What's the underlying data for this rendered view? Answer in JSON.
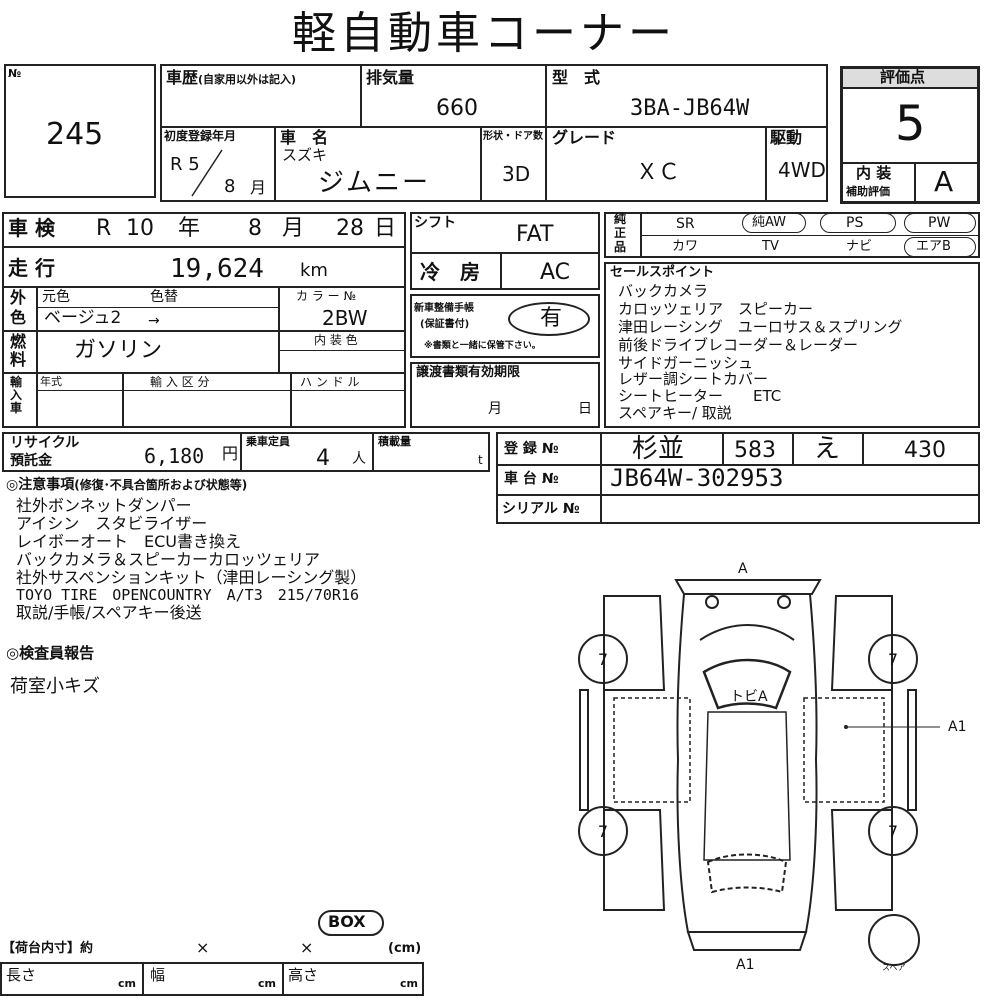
{
  "header": {
    "title": "軽自動車コーナー"
  },
  "lot": {
    "label": "№",
    "number": "245"
  },
  "history": {
    "label": "車歴",
    "note": "(自家用以外は記入)",
    "value": ""
  },
  "displacement": {
    "label": "排気量",
    "value": "660"
  },
  "model": {
    "label": "型　式",
    "value": "3BA-JB64W"
  },
  "score": {
    "label": "評価点",
    "value": "5",
    "interior_label": "内 装",
    "interior_sub": "補助評価",
    "interior_value": "A"
  },
  "first_reg": {
    "label": "初度登録年月",
    "era_year": "R 5",
    "month": "8",
    "month_unit": "月"
  },
  "car_name": {
    "label": "車　名",
    "maker": "スズキ",
    "name": "ジムニー"
  },
  "doors": {
    "label": "形状・ドア数",
    "value": "3D"
  },
  "grade": {
    "label": "グレード",
    "value": "ＸＣ"
  },
  "drive": {
    "label": "駆動",
    "value": "4WD"
  },
  "inspection": {
    "label": "車 検",
    "era": "R",
    "year": "10",
    "year_unit": "年",
    "month": "8",
    "month_unit": "月",
    "day": "28",
    "day_unit": "日"
  },
  "shift": {
    "label": "シフト",
    "value": "FAT"
  },
  "equipment": {
    "label_1": "純",
    "label_2": "正",
    "label_3": "品",
    "items": [
      "SR",
      "純AW",
      "PS",
      "PW",
      "カワ",
      "TV",
      "ナビ",
      "エアB"
    ]
  },
  "mileage": {
    "label": "走 行",
    "value": "19,624",
    "unit": "km"
  },
  "aircon": {
    "label": "冷　房",
    "value": "AC"
  },
  "sales_points": {
    "label": "セールスポイント",
    "lines": [
      "バックカメラ",
      "カロッツェリア　スピーカー",
      "津田レーシング　ユーロサス＆スプリング",
      "前後ドライブレコーダー＆レーダー",
      "サイドガーニッシュ",
      "レザー調シートカバー",
      "シートヒーター　　ETC",
      "スペアキー/ 取説"
    ]
  },
  "color": {
    "label_1": "外",
    "label_2": "色",
    "original_label": "元色",
    "repaint_label": "色替",
    "original": "ベージュ2",
    "arrow": "→",
    "code_label": "カ ラ ー №",
    "code": "2BW"
  },
  "warranty": {
    "label": "新車整備手帳",
    "sub": "(保証書付)",
    "value": "有",
    "note": "※書類と一緒に保管下さい。"
  },
  "fuel": {
    "label_1": "燃",
    "label_2": "料",
    "value": "ガソリン",
    "interior_color_label": "内 装 色"
  },
  "import": {
    "label": "輸入車",
    "year_label": "年式",
    "type_label": "輸 入 区 分",
    "handle_label": "ハ ン ド ル"
  },
  "transfer": {
    "label": "譲渡書類有効期限",
    "month_unit": "月",
    "day_unit": "日"
  },
  "recycle": {
    "label_1": "リサイクル",
    "label_2": "預託金",
    "value": "6,180",
    "unit": "円"
  },
  "capacity": {
    "label": "乗車定員",
    "value": "4",
    "unit": "人"
  },
  "load": {
    "label": "積載量",
    "unit": "t"
  },
  "registration": {
    "label": "登 録 №",
    "area": "杉並",
    "class": "583",
    "kana": "え",
    "number": "430"
  },
  "chassis": {
    "label": "車 台 №",
    "value": "JB64W-302953"
  },
  "serial": {
    "label": "シリアル №",
    "value": ""
  },
  "notes": {
    "label": "◎注意事項",
    "sub": "(修復･不具合箇所および状態等)",
    "lines": [
      "社外ボンネットダンパー",
      "アイシン　スタビライザー",
      "レイボーオート　ECU書き換え",
      "バックカメラ＆スピーカーカロッツェリア",
      "社外サスペンションキット（津田レーシング製）",
      "TOYO TIRE　OPENCOUNTRY　A/T3　215/70R16",
      "取説/手帳/スペアキー後送"
    ]
  },
  "inspector": {
    "label": "◎検査員報告",
    "text": "荷室小キズ"
  },
  "diagram": {
    "front": "A",
    "rear": "A1",
    "side": "A1",
    "roof": "トビA",
    "tires": [
      "7",
      "7",
      "7",
      "7"
    ],
    "spare": "スペア"
  },
  "cargo": {
    "box": "BOX",
    "label": "【荷台内寸】約",
    "x1": "×",
    "x2": "×",
    "unit": "(cm)",
    "length_label": "長さ",
    "width_label": "幅",
    "height_label": "高さ",
    "cm": "cm"
  }
}
